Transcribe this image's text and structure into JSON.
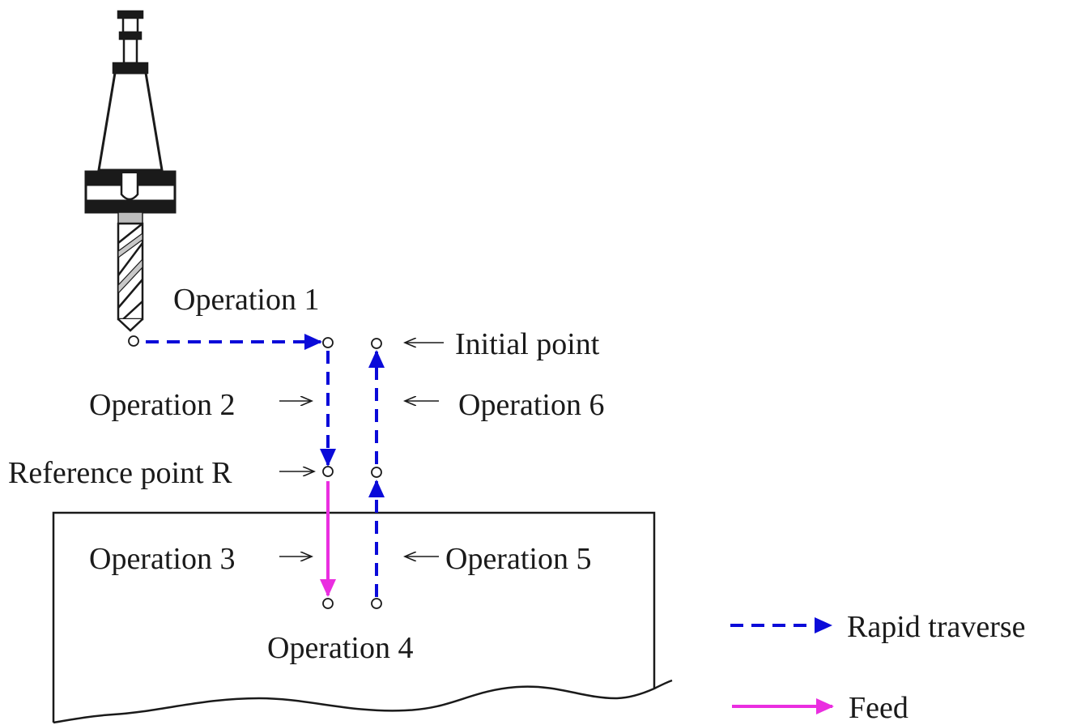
{
  "labels": {
    "operation_1": "Operation 1",
    "operation_2": "Operation 2",
    "operation_3": "Operation 3",
    "operation_4": "Operation 4",
    "operation_5": "Operation 5",
    "operation_6": "Operation 6",
    "initial_point": "Initial point",
    "reference_point": "Reference point R"
  },
  "legend": {
    "rapid_traverse": "Rapid traverse",
    "feed": "Feed"
  },
  "colors": {
    "rapid_traverse": "#0b0bd9",
    "feed": "#ea2ee0",
    "outline": "#1a1a1a"
  },
  "icons": {
    "tool": "milling-tool-holder-icon"
  }
}
